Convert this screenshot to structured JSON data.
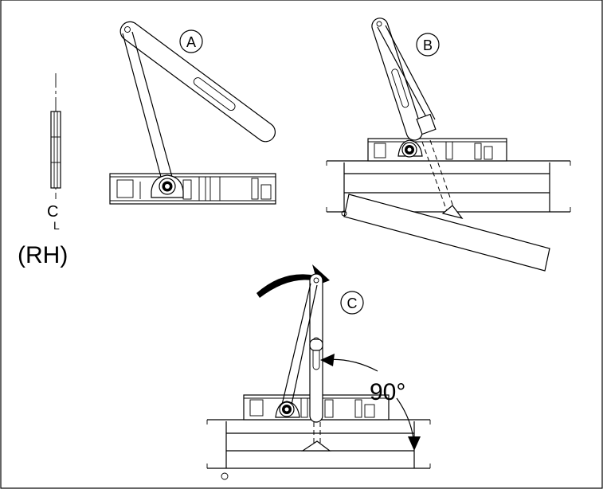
{
  "labels": {
    "view_a": "A",
    "view_b": "B",
    "view_c": "C",
    "angle": "90°",
    "centerline": "C",
    "centerline_sub": "L",
    "hand": "(RH)"
  }
}
